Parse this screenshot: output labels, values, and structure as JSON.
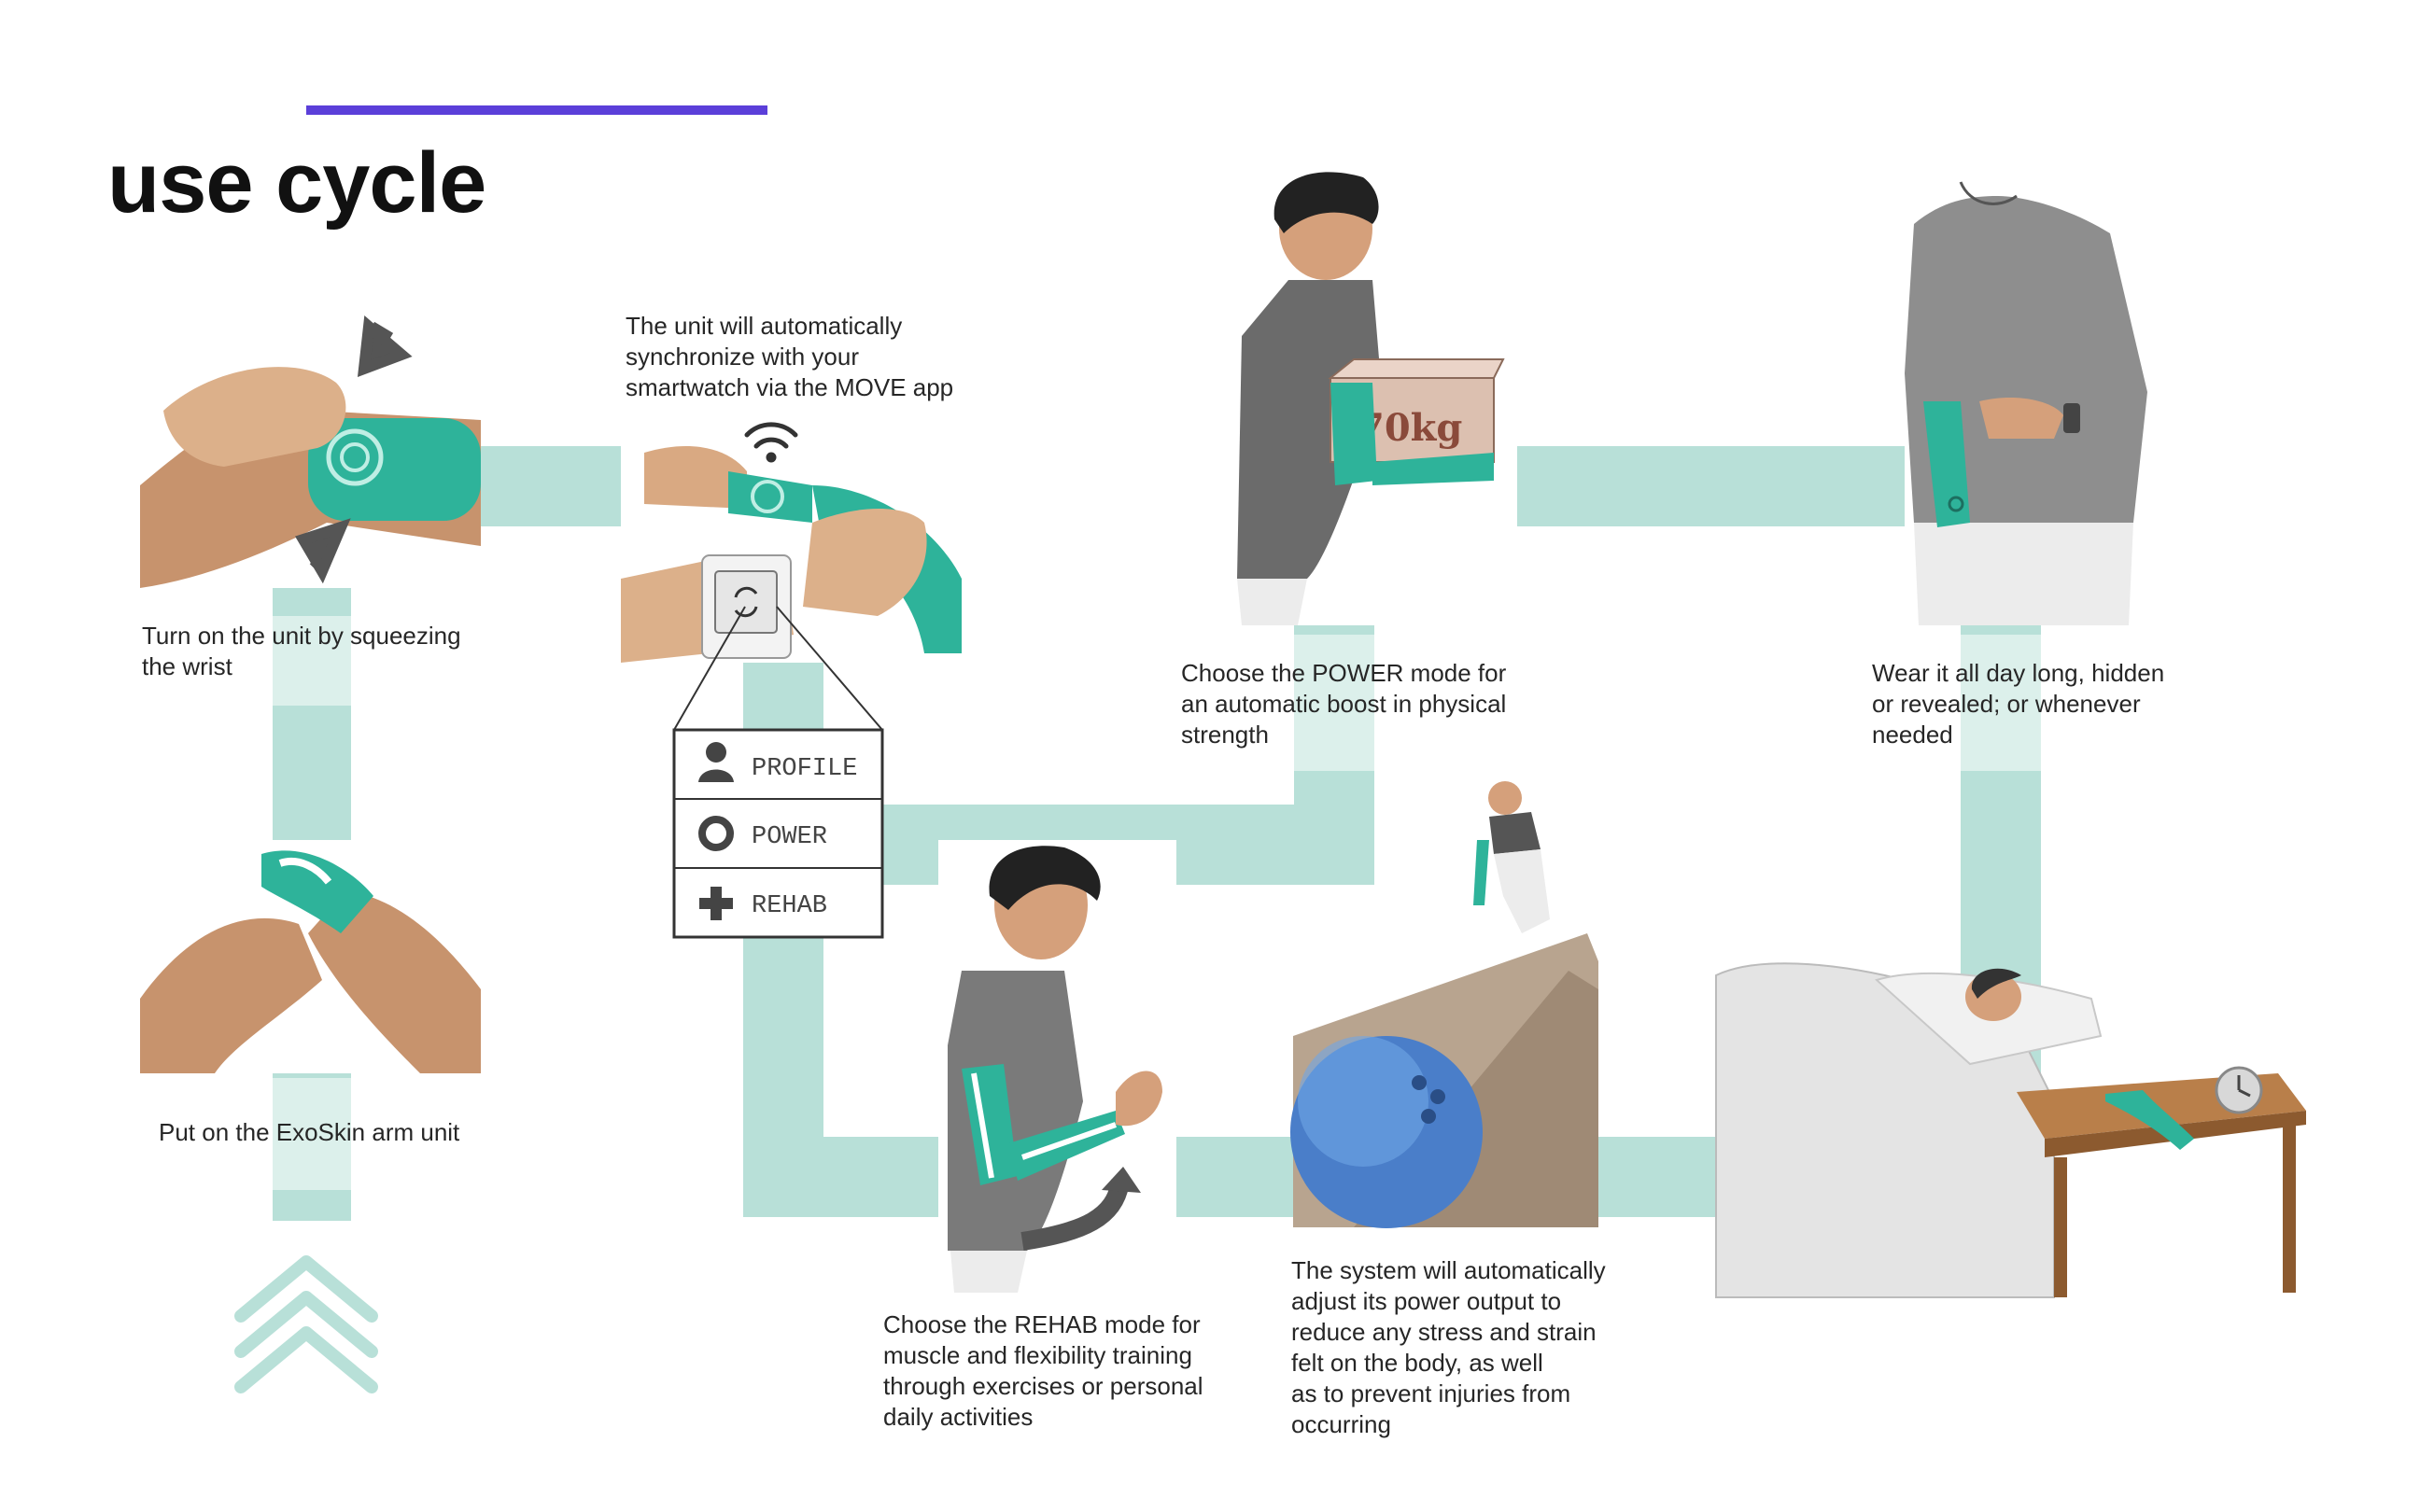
{
  "title": "use cycle",
  "colors": {
    "accent": "#5b3fd9",
    "path": "#b8e0d8",
    "path_light": "#dcf0eb",
    "device": "#2eb39a",
    "skin": "#d9a982",
    "text": "#262626"
  },
  "steps": [
    {
      "id": "squeeze",
      "caption": "Turn on the unit by squeezing\nthe wrist"
    },
    {
      "id": "put-on",
      "caption": "Put on the ExoSkin arm unit"
    },
    {
      "id": "sync",
      "caption": "The unit will automatically\nsynchronize with your\nsmartwatch via the MOVE app"
    },
    {
      "id": "power",
      "caption": "Choose the POWER mode for\nan automatic boost in physical\nstrength"
    },
    {
      "id": "wear",
      "caption": "Wear it all day long, hidden\nor revealed; or whenever\nneeded"
    },
    {
      "id": "rehab",
      "caption": "Choose the REHAB mode for\nmuscle and flexibility training\nthrough exercises or personal\ndaily activities"
    },
    {
      "id": "adjust",
      "caption": "The system will automatically\nadjust its power output to\nreduce any stress and strain\nfelt on the body, as well\nas to prevent injuries from\noccurring"
    }
  ],
  "menu": {
    "items": [
      {
        "label": "PROFILE",
        "icon": "person-icon"
      },
      {
        "label": "POWER",
        "icon": "ring-icon"
      },
      {
        "label": "REHAB",
        "icon": "plus-icon"
      }
    ]
  },
  "box_label": "70kg",
  "icons": [
    "arrow-down-icon",
    "arrow-up-icon",
    "wifi-icon",
    "sync-icon",
    "curved-arrow-icon",
    "chevron-up-icon",
    "clock-icon"
  ]
}
